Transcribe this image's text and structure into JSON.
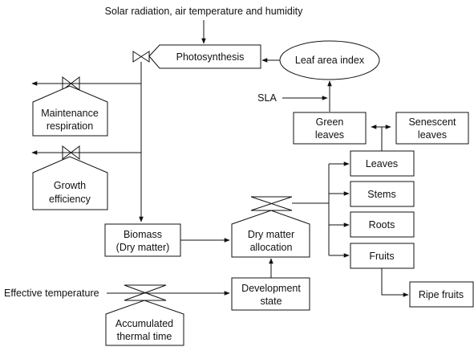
{
  "inputs": {
    "climate": "Solar radiation, air temperature and humidity",
    "sla": "SLA",
    "effective_temperature": "Effective temperature"
  },
  "nodes": {
    "photosynthesis": "Photosynthesis",
    "leaf_area_index": "Leaf area index",
    "maintenance_respiration": [
      "Maintenance",
      "respiration"
    ],
    "growth_efficiency": [
      "Growth",
      "efficiency"
    ],
    "green_leaves": [
      "Green",
      "leaves"
    ],
    "senescent_leaves": [
      "Senescent",
      "leaves"
    ],
    "biomass": [
      "Biomass",
      "(Dry matter)"
    ],
    "dry_matter_allocation": [
      "Dry matter",
      "allocation"
    ],
    "leaves": "Leaves",
    "stems": "Stems",
    "roots": "Roots",
    "fruits": "Fruits",
    "ripe_fruits": "Ripe fruits",
    "development_state": [
      "Development",
      "state"
    ],
    "accumulated_thermal_time": [
      "Accumulated",
      "thermal time"
    ]
  }
}
